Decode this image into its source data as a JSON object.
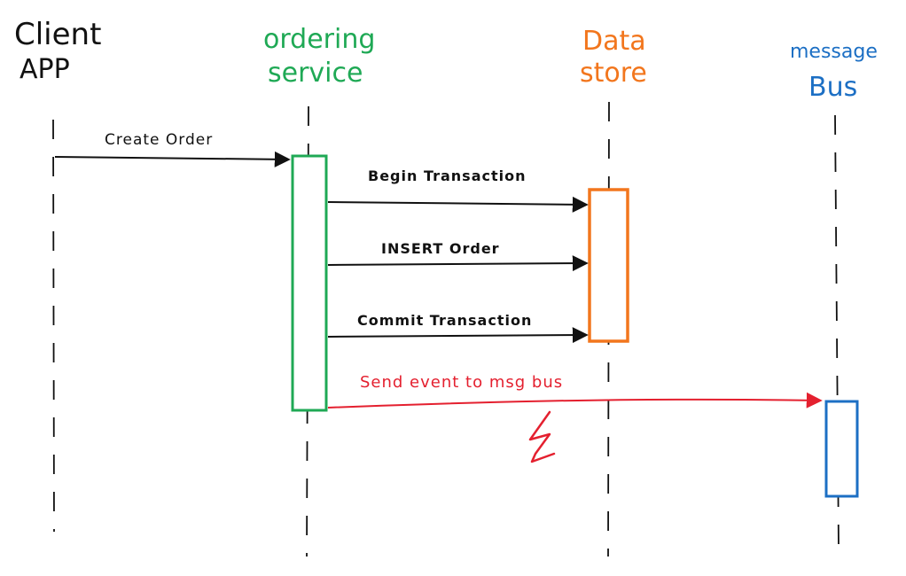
{
  "colors": {
    "client": "#111111",
    "ordering_service": "#1fa955",
    "data_store": "#f2761d",
    "message_bus": "#1c6fc4",
    "event": "#e4202f"
  },
  "participants": {
    "client": {
      "line1": "Client",
      "line2": "APP"
    },
    "ordering_service": {
      "line1": "ordering",
      "line2": "service"
    },
    "data_store": {
      "line1": "Data",
      "line2": "store"
    },
    "message_bus": {
      "line1": "message",
      "line2": "Bus"
    }
  },
  "messages": {
    "create_order": "Create Order",
    "begin_transaction": "Begin Transaction",
    "insert_order": "INSERT Order",
    "commit_transaction": "Commit Transaction",
    "send_event": "Send event to msg bus"
  },
  "annotations": {
    "failure_icon": "lightning-bolt-icon"
  }
}
